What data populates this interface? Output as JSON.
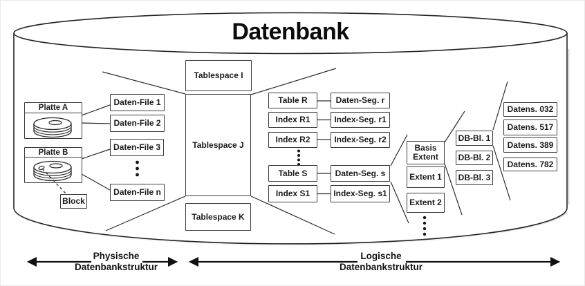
{
  "title": "Datenbank",
  "colors": {
    "ink": "#1b1b1b",
    "line": "#2b2b2b",
    "background": "#ffffff"
  },
  "physical": {
    "disk_a": "Platte A",
    "disk_b": "Platte B",
    "block": "Block",
    "daten_files": [
      "Daten-File 1",
      "Daten-File 2",
      "Daten-File 3",
      "Daten-File n"
    ]
  },
  "tablespaces": [
    "Tablespace I",
    "Tablespace J",
    "Tablespace K"
  ],
  "logical": {
    "tables": [
      "Table R",
      "Index R1",
      "Index R2",
      "Table S",
      "Index S1"
    ],
    "segments": [
      "Daten-Seg. r",
      "Index-Seg. r1",
      "Index-Seg. r2",
      "Daten-Seg. s",
      "Index-Seg. s1"
    ],
    "extents": [
      "Basis Extent",
      "Extent 1",
      "Extent 2"
    ],
    "db_blocks": [
      "DB-Bl. 1",
      "DB-Bl. 2",
      "DB-Bl. 3"
    ],
    "records": [
      "Datens. 032",
      "Datens. 517",
      "Datens. 389",
      "Datens. 782"
    ]
  },
  "legend": {
    "physical": [
      "Physische",
      "Datenbankstruktur"
    ],
    "logical": [
      "Logische",
      "Datenbankstruktur"
    ]
  }
}
